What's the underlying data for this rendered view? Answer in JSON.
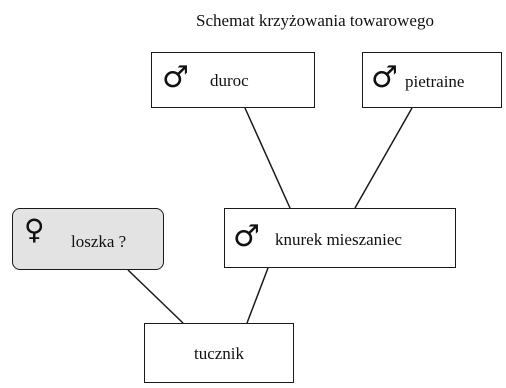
{
  "title": "Schemat krzyżowania towarowego",
  "nodes": {
    "duroc": {
      "symbol": "♂",
      "label": "duroc"
    },
    "pietraine": {
      "symbol": "♂",
      "label": "pietraine"
    },
    "loszka": {
      "symbol": "♀",
      "label": "loszka ?"
    },
    "knurek": {
      "symbol": "♂",
      "label": "knurek mieszaniec"
    },
    "tucznik": {
      "label": "tucznik"
    }
  },
  "edges": [
    {
      "from": "duroc",
      "to": "knurek"
    },
    {
      "from": "pietraine",
      "to": "knurek"
    },
    {
      "from": "loszka",
      "to": "tucznik"
    },
    {
      "from": "knurek",
      "to": "tucznik"
    }
  ],
  "colors": {
    "stroke": "#1a1a1a",
    "female_box_fill": "#e3e3e3",
    "box_fill": "#ffffff"
  }
}
